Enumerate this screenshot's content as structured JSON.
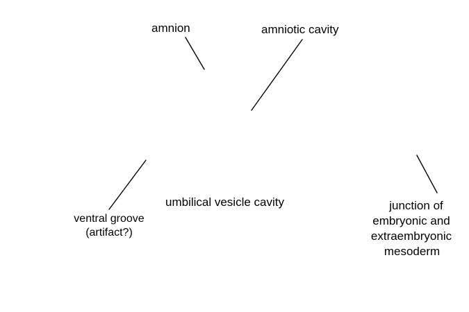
{
  "labels": {
    "amnion": "amnion",
    "amniotic_cavity": "amniotic cavity",
    "umbilical_vesicle_cavity": "umbilical vesicle cavity",
    "ventral_groove": [
      "ventral groove",
      "(artifact?)"
    ],
    "junction": [
      "junction of",
      "embryonic and",
      "extraembryonic",
      "mesoderm"
    ]
  },
  "colors": {
    "background": "#ffffff",
    "text": "#000000",
    "leader_line": "#000000"
  }
}
